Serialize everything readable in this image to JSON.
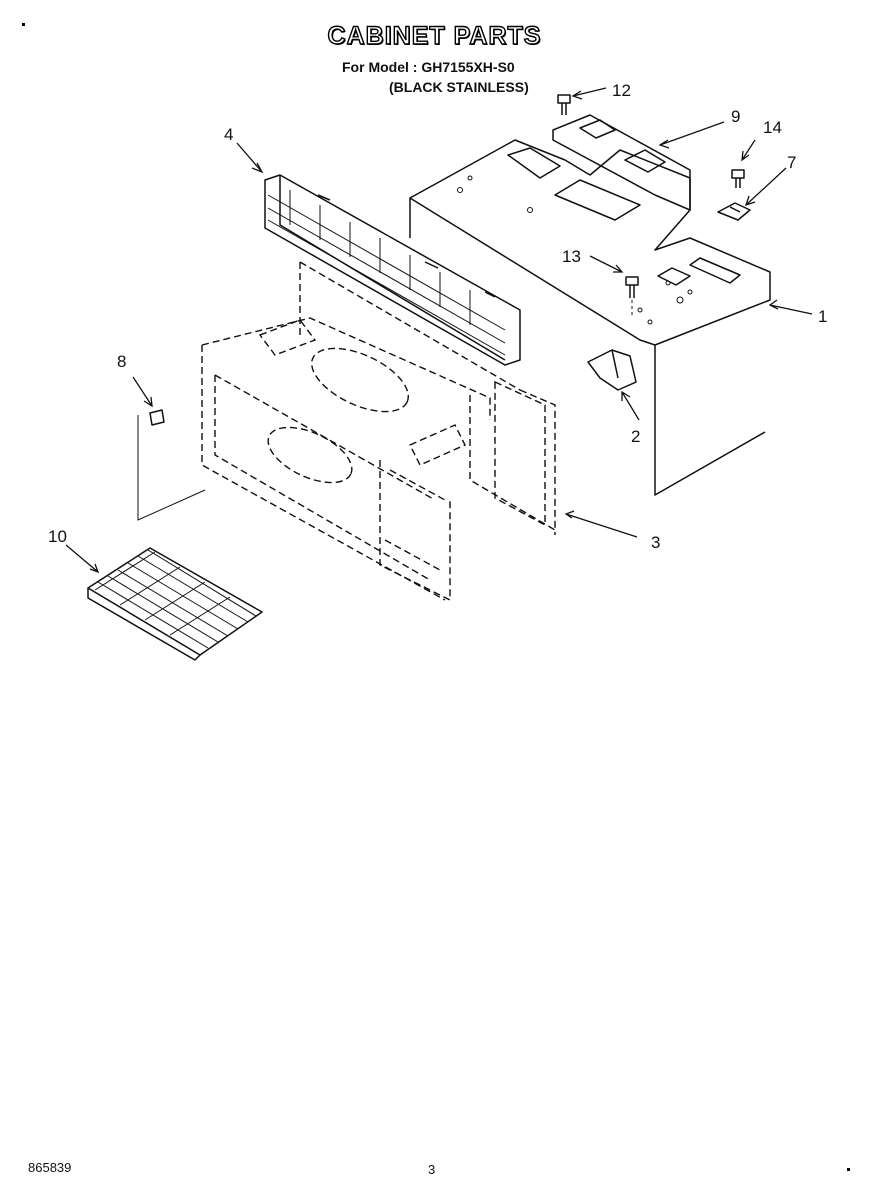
{
  "header": {
    "title": "CABINET PARTS",
    "model_line": "For Model : GH7155XH-S0",
    "variant_line": "(BLACK STAINLESS)"
  },
  "callouts": {
    "c1": "1",
    "c2": "2",
    "c3": "3",
    "c4": "4",
    "c7": "7",
    "c8": "8",
    "c9": "9",
    "c10": "10",
    "c12": "12",
    "c13": "13",
    "c14": "14"
  },
  "footer": {
    "doc_number": "865839",
    "page_number": "3"
  }
}
